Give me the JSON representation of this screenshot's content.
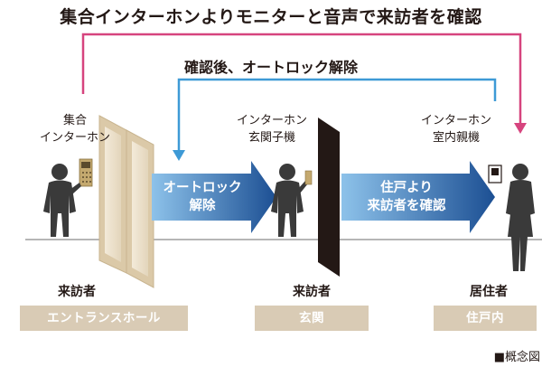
{
  "title": "集合インターホンよりモニターと音声で来訪者を確認",
  "subtitle": "確認後、オートロック解除",
  "devices": {
    "entrance_panel": [
      "集合",
      "インターホン"
    ],
    "door_unit": [
      "インターホン",
      "玄関子機"
    ],
    "room_unit": [
      "インターホン",
      "室内親機"
    ]
  },
  "arrows": {
    "unlock": [
      "オートロック",
      "解除"
    ],
    "confirm": [
      "住戸より",
      "来訪者を確認"
    ]
  },
  "roles": {
    "visitor1": "来訪者",
    "visitor2": "来訪者",
    "resident": "居住者"
  },
  "places": {
    "entrance_hall": "エントランスホール",
    "genkan": "玄関",
    "dwelling": "住戸内"
  },
  "note": "■概念図",
  "colors": {
    "pink": "#d6447e",
    "blue": "#3e9ad6",
    "arrow_dark": "#1c4f93",
    "arrow_light": "#7fb9e6",
    "beige": "#d9cbb5"
  }
}
